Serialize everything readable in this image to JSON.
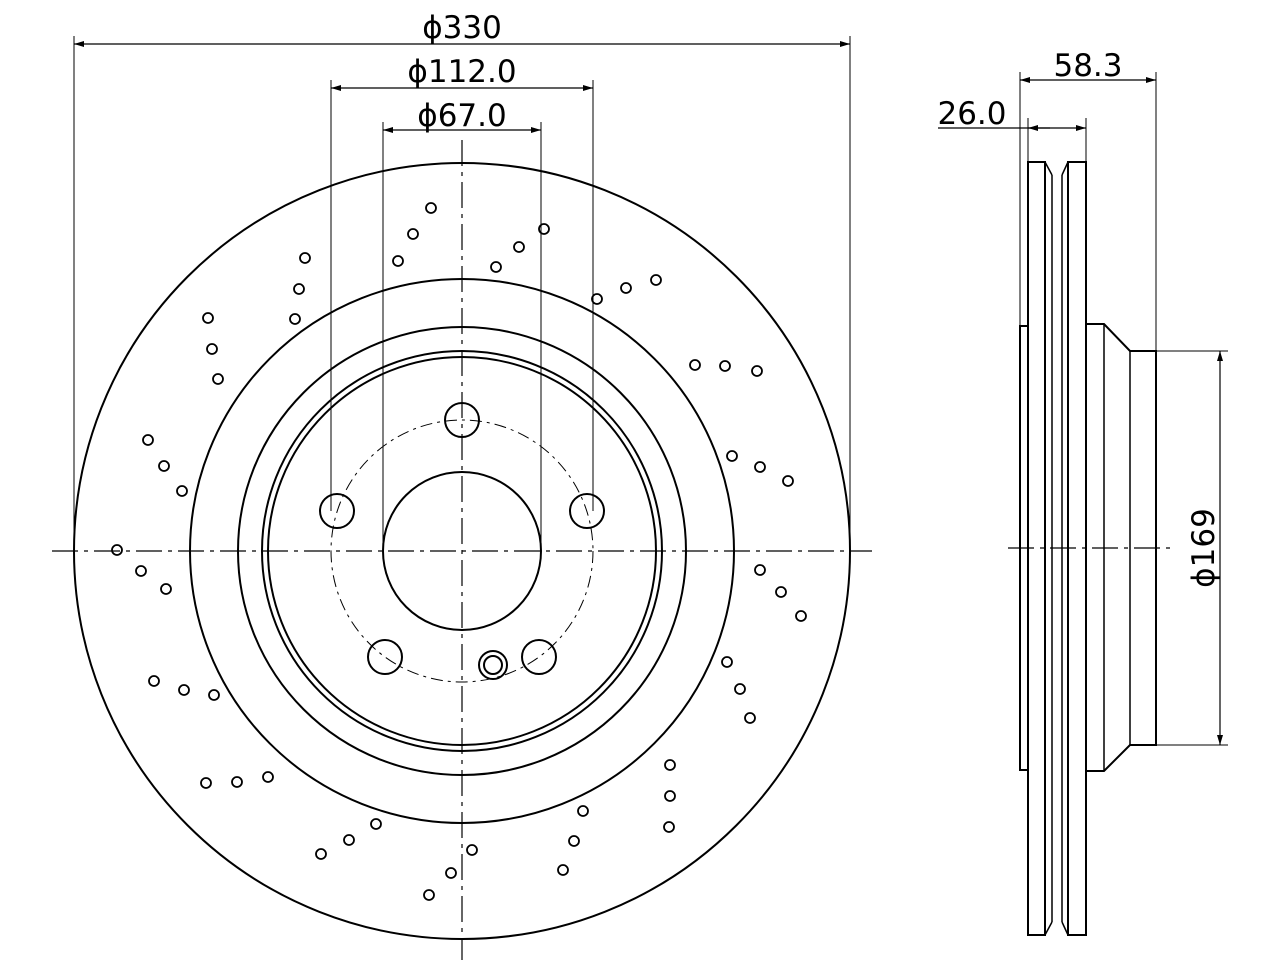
{
  "dimensions": {
    "outer_diameter": "ϕ330",
    "bolt_circle_diameter": "ϕ112.0",
    "center_bore_diameter": "ϕ67.0",
    "total_height": "58.3",
    "disc_thickness": "26.0",
    "hat_diameter": "ϕ169"
  },
  "colors": {
    "line": "#000000",
    "background": "#ffffff"
  }
}
